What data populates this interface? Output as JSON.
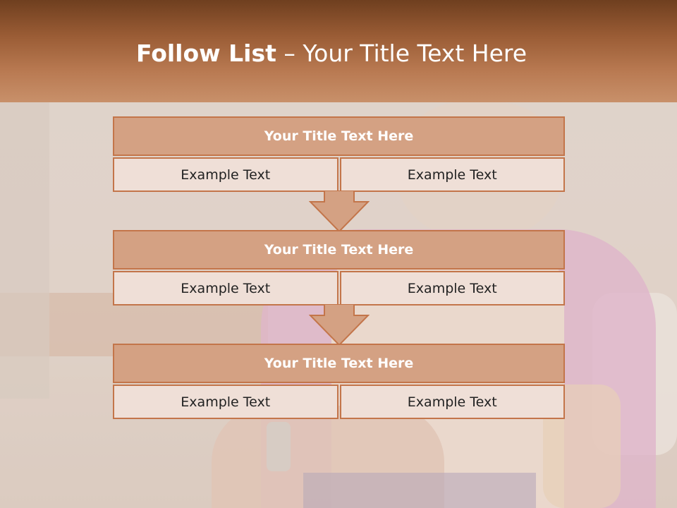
{
  "slide": {
    "title_bold": "Follow List",
    "title_rest": " – Your Title Text Here"
  },
  "colors": {
    "header_dark": "#6f3f1f",
    "header_light": "#c8906a",
    "block_title_fill": "#d4a183",
    "block_cell_fill": "#efdfd7",
    "block_border": "#c3754a"
  },
  "blocks": [
    {
      "title": "Your Title Text Here",
      "left": "Example Text",
      "right": "Example Text"
    },
    {
      "title": "Your Title Text Here",
      "left": "Example Text",
      "right": "Example Text"
    },
    {
      "title": "Your Title Text Here",
      "left": "Example Text",
      "right": "Example Text"
    }
  ]
}
